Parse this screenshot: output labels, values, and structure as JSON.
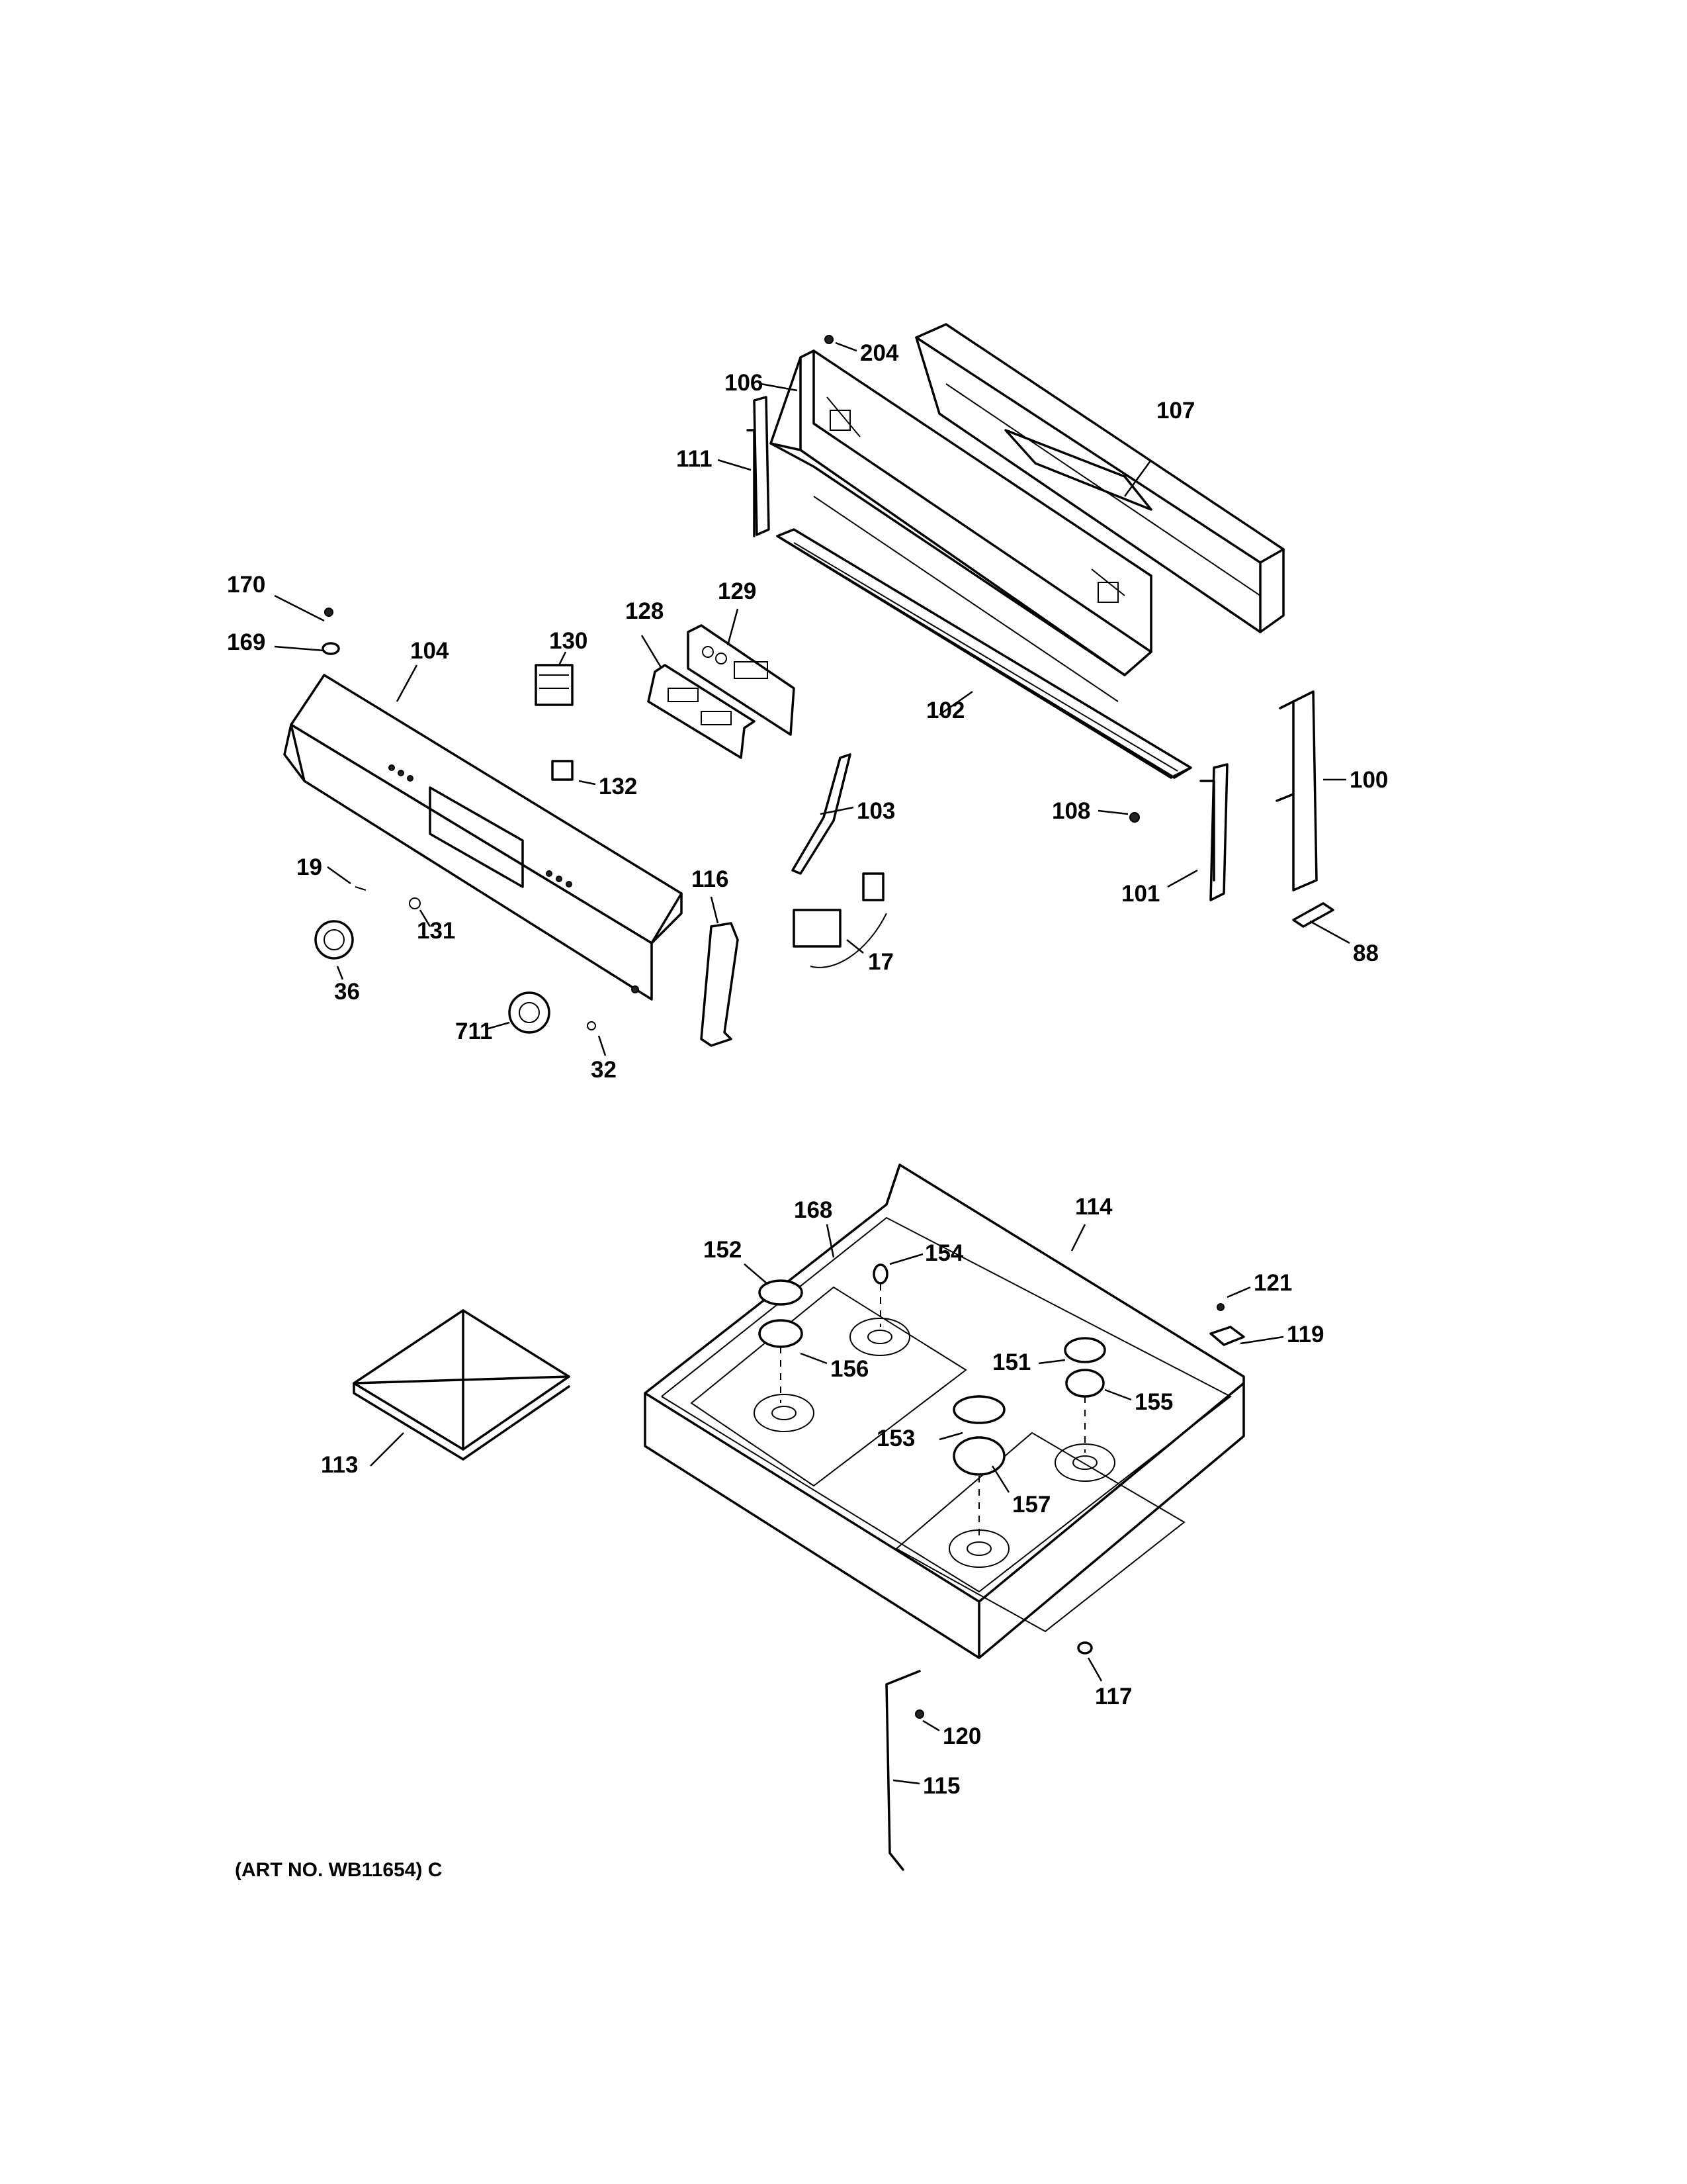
{
  "callouts": {
    "c204": "204",
    "c106": "106",
    "c107": "107",
    "c111": "111",
    "c170": "170",
    "c169": "169",
    "c104": "104",
    "c130": "130",
    "c128": "128",
    "c129": "129",
    "c102": "102",
    "c132": "132",
    "c103": "103",
    "c108": "108",
    "c100": "100",
    "c19": "19",
    "c116": "116",
    "c101": "101",
    "c131": "131",
    "c17": "17",
    "c88": "88",
    "c36": "36",
    "c711": "711",
    "c32": "32",
    "c168": "168",
    "c114": "114",
    "c152": "152",
    "c154": "154",
    "c121": "121",
    "c119": "119",
    "c156": "156",
    "c151": "151",
    "c155": "155",
    "c153": "153",
    "c113": "113",
    "c157": "157",
    "c117": "117",
    "c120": "120",
    "c115": "115"
  },
  "caption": "(ART NO. WB11654) C"
}
